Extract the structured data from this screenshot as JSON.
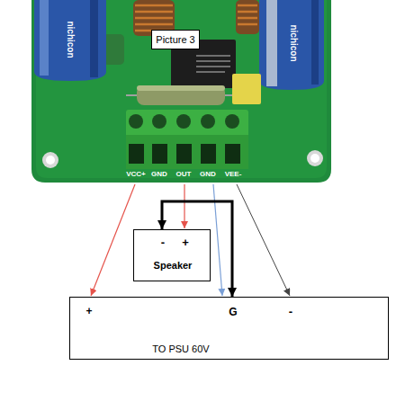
{
  "diagram": {
    "nodes": [
      {
        "text": [
          "Picture 3"
        ]
      },
      {
        "text": [
          "-",
          "+",
          "Speaker"
        ]
      },
      {
        "text": [
          "+",
          "G",
          "-",
          "TO PSU 60V"
        ]
      }
    ],
    "edges": [
      {
        "from": 1,
        "to": 2,
        "arrow": "both"
      }
    ],
    "labels": [
      "nichicon",
      "nichicon",
      "VCC+",
      "GND",
      "OUT",
      "GND",
      "VEE-"
    ]
  }
}
